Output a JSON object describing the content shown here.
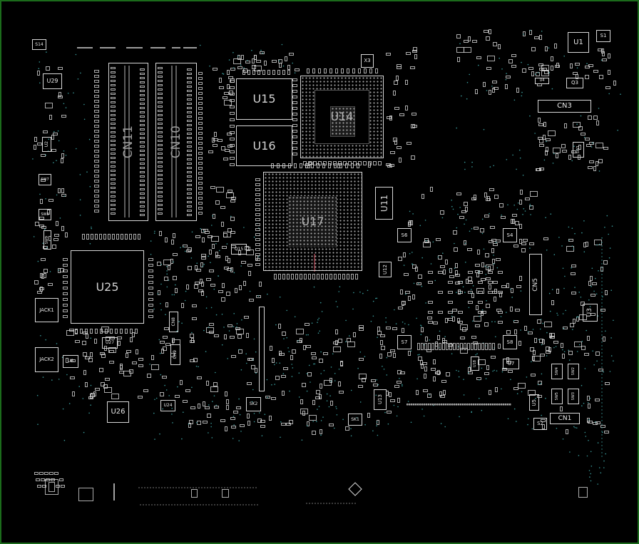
{
  "viewer": {
    "background": "#000000",
    "frame_color": "#1b6b1b",
    "outline_color": "#d8d8d8",
    "via_color": "#3a9a9a",
    "highlight_color": "#e05a6a"
  },
  "parts": {
    "S14": "S14",
    "U29": "U29",
    "U2": "U2",
    "SW7": "SW7",
    "SW8": "SW8",
    "SW9": "SW9",
    "CN11": "CN11",
    "CN10": "CN10",
    "U15": "U15",
    "U16": "U16",
    "U14": "U14",
    "X3": "X3",
    "U17": "U17",
    "U11": "U11",
    "U12": "U12",
    "U25": "U25",
    "JACK1": "JACK1",
    "JACK2": "JACK2",
    "U27": "U27",
    "U8": "U8",
    "U26": "U26",
    "U24": "U24",
    "CN8": "CN8",
    "CN9": "CN9",
    "Q15": "Q15",
    "SK2": "SK2",
    "SK1": "SK1",
    "U13": "U13",
    "S6": "S6",
    "S4": "S4",
    "S7": "S7",
    "S8": "S8",
    "CN5": "CN5",
    "U3": "U3",
    "U7": "U7",
    "U18": "U18",
    "SW4": "SW4",
    "SW2": "SW2",
    "SW5": "SW5",
    "SW3": "SW3",
    "U5": "U5",
    "CN1": "CN1",
    "S2": "S2",
    "U1": "U1",
    "S1": "S1",
    "U4": "U4",
    "Q3": "Q3",
    "CN3": "CN3",
    "SW1": "SW1"
  }
}
